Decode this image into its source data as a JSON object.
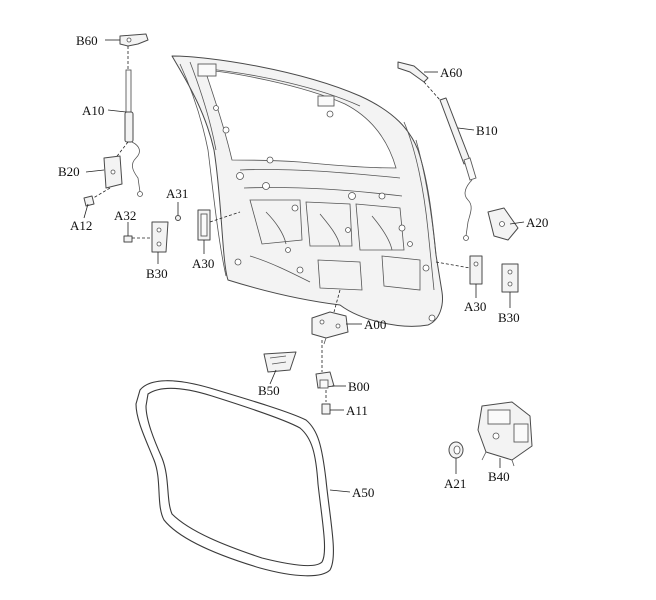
{
  "labels": {
    "b60": "B60",
    "a10": "A10",
    "b20": "B20",
    "a12": "A12",
    "a31": "A31",
    "a32": "A32",
    "b30_left": "B30",
    "a30_left": "A30",
    "a60": "A60",
    "b10": "B10",
    "a20": "A20",
    "a30_right": "A30",
    "b30_right": "B30",
    "a00": "A00",
    "b50": "B50",
    "b00": "B00",
    "a11": "A11",
    "a50": "A50",
    "a21": "A21",
    "b40": "B40"
  },
  "colors": {
    "line": "#4a4a4a",
    "fill": "#f3f3f3",
    "text": "#111111"
  }
}
